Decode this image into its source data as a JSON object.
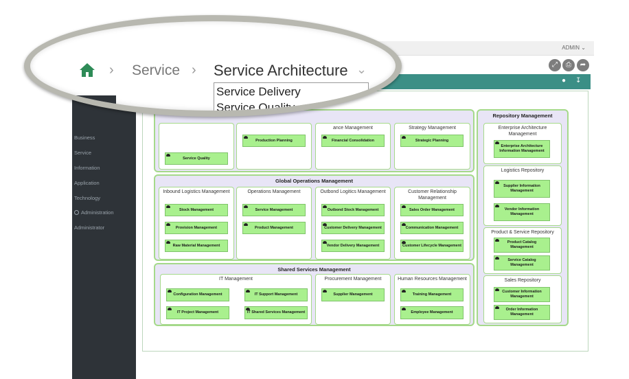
{
  "header": {
    "user": "ADMIN"
  },
  "breadcrumb": {
    "root": "Service",
    "current": "Service Architecture",
    "separator": "›"
  },
  "dropdown": {
    "items": [
      "Service Delivery",
      "Service Quality"
    ]
  },
  "sidebar": {
    "items": [
      "Business",
      "Service",
      "Information",
      "Application",
      "Technology",
      "Administration",
      "Administrator"
    ]
  },
  "diagram": {
    "top_subgroups": [
      "ance Management",
      "Strategy Management"
    ],
    "top_boxes": [
      "Service Quality",
      "Production Planning",
      "Financial Consolidation",
      "Strategic Planning"
    ],
    "global": {
      "title": "Global Operations Management",
      "subgroups": [
        "Inbound Logistics Management",
        "Operations Management",
        "Outbond Logitics Management",
        "Customer Relationship Management"
      ],
      "boxes": [
        "Stock Management",
        "Provision Management",
        "Raw Material Management",
        "Service Management",
        "Product Management",
        "Outbond Stock Management",
        "Customer Delivery Management",
        "Vendor Delivery Management",
        "Sales Order Management",
        "Communication Management",
        "Customer Lifecycle Management"
      ]
    },
    "shared": {
      "title": "Shared Services Management",
      "subgroups": [
        "IT Management",
        "Procurement Management",
        "Human Resources Management"
      ],
      "boxes": [
        "Configuration Management",
        "IT Support Management",
        "IT Project Management",
        "IT Shared Services Management",
        "Supplier Management",
        "Training Management",
        "Employee Management"
      ]
    },
    "repository": {
      "title": "Repository Management",
      "subgroups": [
        "Enterprise Architecture Management",
        "Logistics Repository",
        "Product & Service Repository",
        "Sales Repository"
      ],
      "boxes": [
        "Enterprise Architecture Information Management",
        "Supplier Information Management",
        "Vendor Information Management",
        "Product Catalog Management",
        "Service Catalog Management",
        "Customer Information Management",
        "Order Information Management"
      ]
    }
  },
  "icons": {
    "home": "home-icon",
    "expand": "expand-icon",
    "print": "print-icon",
    "share": "share-icon",
    "pin": "pin-icon",
    "download": "download-icon"
  },
  "colors": {
    "teal": "#3b8f86",
    "box_green": "#a9f08e",
    "group_bg": "#e8e5f6",
    "sidebar": "#2e3338"
  }
}
